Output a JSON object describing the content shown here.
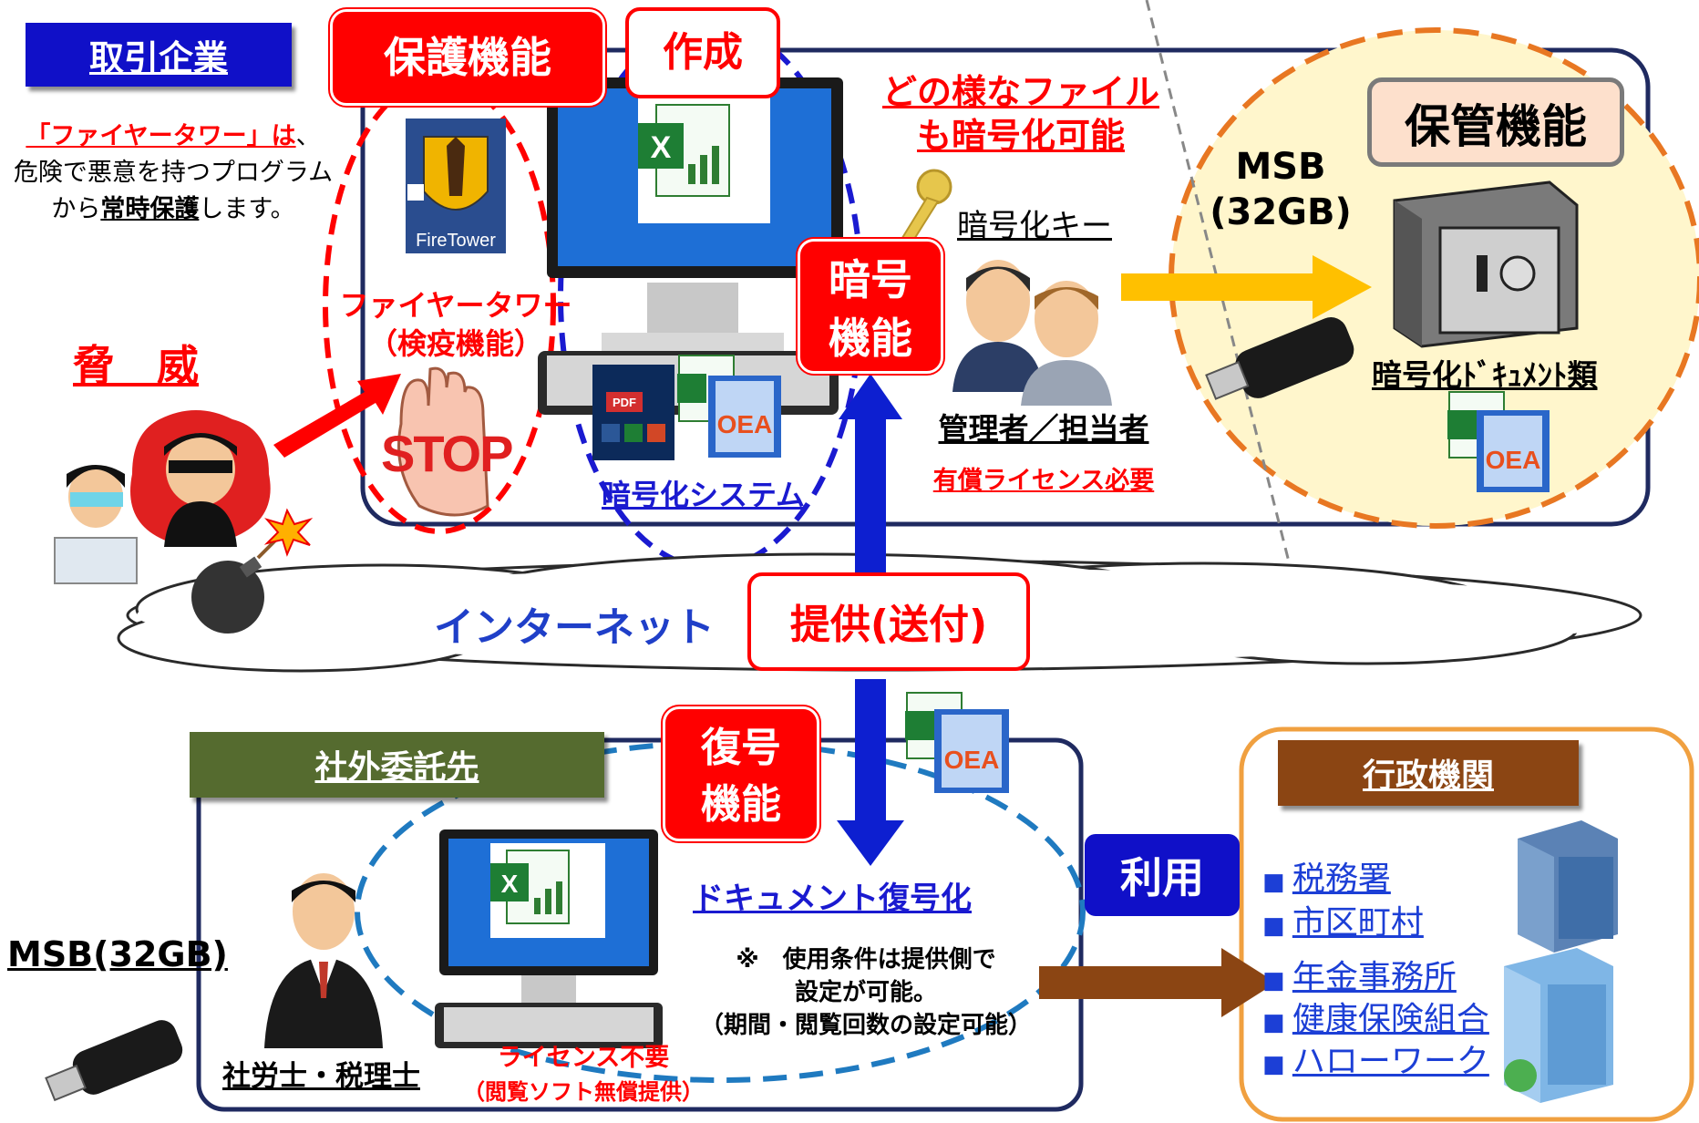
{
  "labels": {
    "partner_company": "取引企業",
    "protection": "保護機能",
    "create": "作成",
    "any_file_1": "どの様なファイル",
    "any_file_2": "も暗号化可能",
    "storage": "保管機能",
    "msb_top_1": "MSB",
    "msb_top_2": "(32GB)",
    "firetower_desc_1a": "「ファイヤータワー」は",
    "firetower_desc_1b": "、",
    "firetower_desc_2": "危険で悪意を持つプログラム",
    "firetower_desc_3a": "から",
    "firetower_desc_3b": "常時保護",
    "firetower_desc_3c": "します。",
    "firetower_icon": "FireTower",
    "firetower_label_1": "ファイヤータワー",
    "firetower_label_2": "（検疫機能）",
    "threat": "脅　威",
    "stop": "STOP",
    "encryption_key": "暗号化キー",
    "encryption_func_1": "暗号",
    "encryption_func_2": "機能",
    "admin": "管理者／担当者",
    "paid_license": "有償ライセンス必要",
    "encrypted_docs": "暗号化ﾄﾞｷｭﾒﾝﾄ類",
    "encryption_system": "暗号化システム",
    "internet": "インターネット",
    "provide": "提供(送付)",
    "decrypt_1": "復号",
    "decrypt_2": "機能",
    "outsource": "社外委託先",
    "doc_decrypt": "ドキュメント復号化",
    "note_1": "※　使用条件は提供側で",
    "note_2": "設定が可能。",
    "note_3": "（期間・閲覧回数の設定可能）",
    "msb_bottom": "MSB(32GB)",
    "consultant": "社労士・税理士",
    "no_license_1": "ライセンス不要",
    "no_license_2": "（閲覧ソフト無償提供）",
    "use": "利用",
    "government": "行政機関",
    "oea": "OEA",
    "pdf": "PDF"
  },
  "government_items": [
    "税務署",
    "市区町村",
    "年金事務所",
    "健康保険組合",
    "ハローワーク"
  ],
  "colors": {
    "red": "#ff0000",
    "blue_dark": "#0d1fd0",
    "navy": "#1f2a60",
    "olive": "#556b2f",
    "brown": "#8b4513",
    "orange": "#f0a040",
    "gold": "#ffc000",
    "light_yellow": "#fff6cc"
  },
  "icons": [
    "firetower-icon",
    "stop-hand-icon",
    "computer-icon",
    "excel-icon",
    "oea-icon",
    "pdf-icon",
    "key-icon",
    "people-icon",
    "safe-icon",
    "usb-icon",
    "hacker-icon",
    "bomb-icon",
    "building-icon",
    "businessman-icon"
  ]
}
